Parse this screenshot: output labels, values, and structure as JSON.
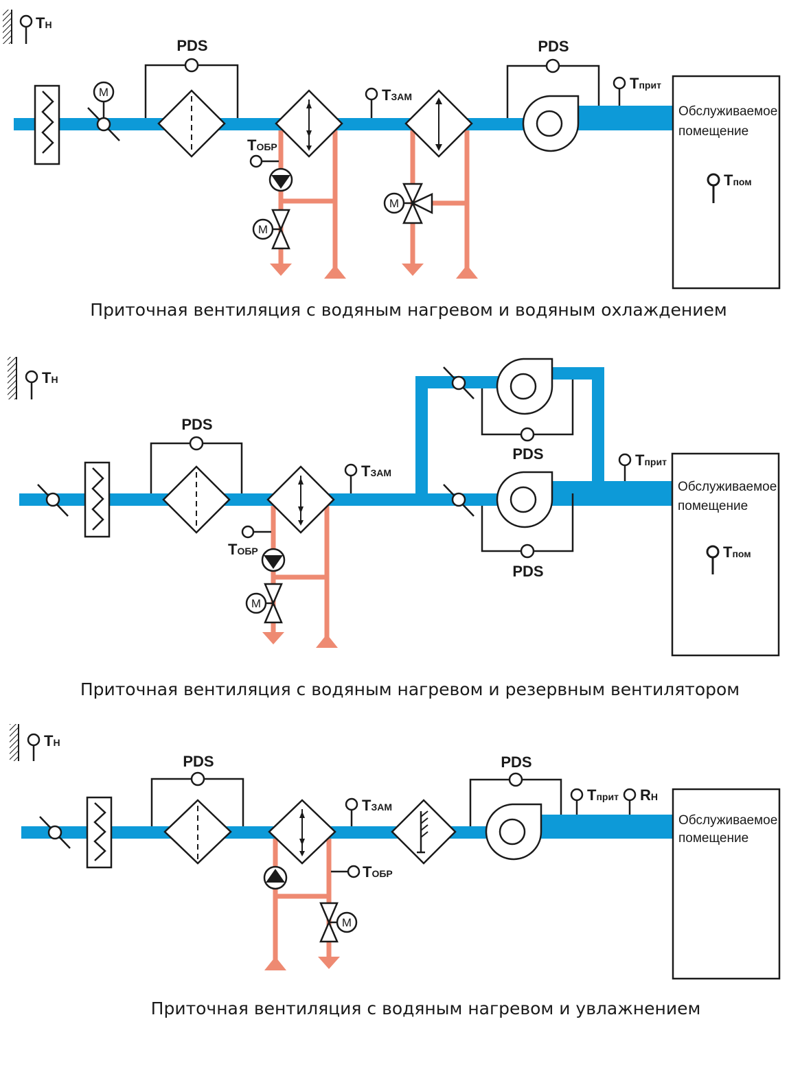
{
  "colors": {
    "duct": "#0d9ad8",
    "water": "#ee8a72",
    "stroke": "#1a1a1a"
  },
  "labels": {
    "t": "T",
    "outdoor_sub": "Н",
    "supply_sub": "прит",
    "mix_sub": "ЗАМ",
    "return_sub": "ОБР",
    "room_sub": "пом",
    "r": "R",
    "humidity_sub": "Н",
    "pds": "PDS",
    "motor": "M",
    "room_line1": "Обслуживаемое",
    "room_line2": "помещение"
  },
  "schemes": [
    {
      "id": "heating-cooling",
      "caption": "Приточная вентиляция с водяным нагревом и водяным охлаждением"
    },
    {
      "id": "reserve-fan",
      "caption": "Приточная вентиляция с водяным нагревом и резервным вентилятором"
    },
    {
      "id": "humidification",
      "caption": "Приточная вентиляция с водяным нагревом и увлажнением"
    }
  ]
}
